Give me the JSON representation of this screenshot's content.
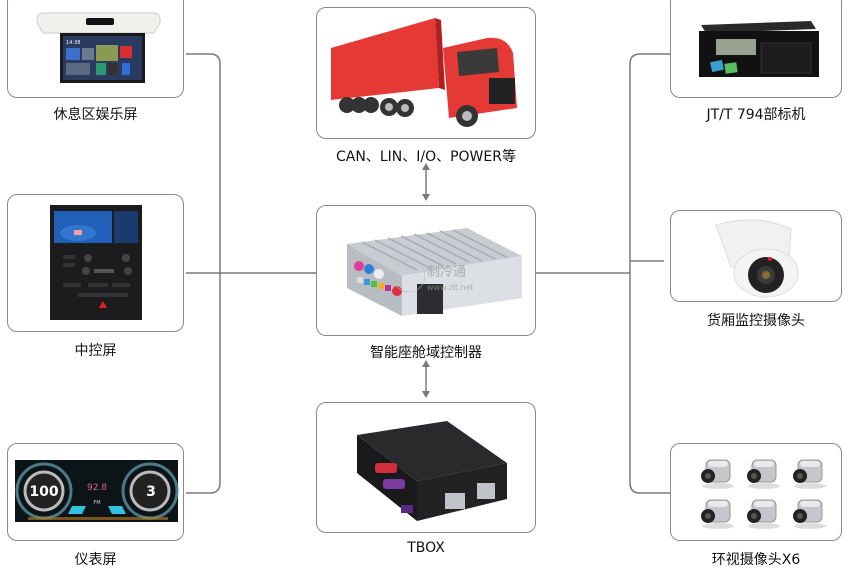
{
  "diagram": {
    "center": {
      "top": {
        "label": "CAN、LIN、I/O、POWER等",
        "image": "red-truck"
      },
      "middle": {
        "label": "智能座舱域控制器",
        "image": "domain-controller-unit",
        "watermark_cn": "制冷通",
        "watermark_url": "www.zlt.net"
      },
      "bottom": {
        "label": "TBOX",
        "image": "tbox-unit"
      }
    },
    "left": [
      {
        "label": "休息区娱乐屏",
        "image": "ceiling-entertainment-screen",
        "screen_time": "14:38"
      },
      {
        "label": "中控屏",
        "image": "center-console-screen"
      },
      {
        "label": "仪表屏",
        "image": "instrument-cluster",
        "speed": "100",
        "gear": "3",
        "radio_freq": "92.8",
        "radio_band": "FM"
      }
    ],
    "right": [
      {
        "label": "JT/T 794部标机",
        "image": "dash-recorder"
      },
      {
        "label": "货厢监控摄像头",
        "image": "dome-camera"
      },
      {
        "label": "环视摄像头X6",
        "image": "surround-cameras",
        "count": 6
      }
    ],
    "colors": {
      "line": "#7a7a7a",
      "box_border": "#8a8a8a",
      "truck": "#e53935"
    }
  }
}
